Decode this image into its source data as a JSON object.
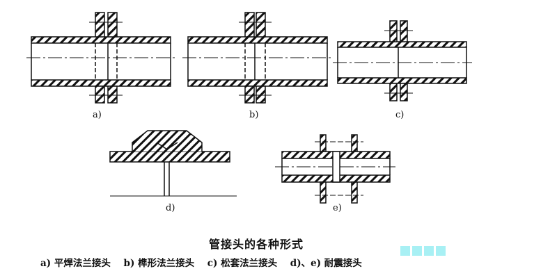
{
  "figure_labels": {
    "a": "a)",
    "b": "b)",
    "c": "c)",
    "d": "d)",
    "e": "e)"
  },
  "caption": {
    "title": "管接头的各种形式",
    "items": [
      "a) 平焊法兰接头",
      "b) 榫形法兰接头",
      "c) 松套法兰接头",
      "d)、e) 耐震接头"
    ]
  },
  "colors": {
    "line": "#111111",
    "highlight": "#a8f0f4"
  }
}
